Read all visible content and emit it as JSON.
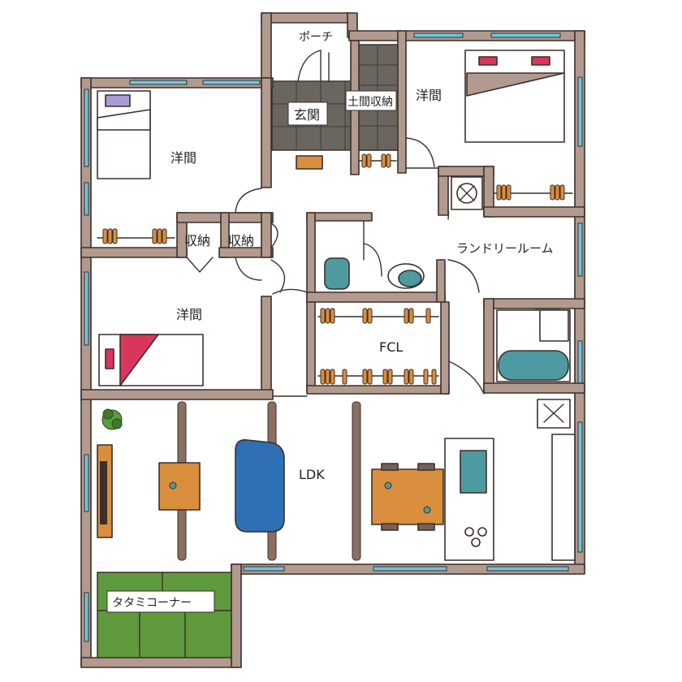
{
  "rooms": {
    "porch": "ポーチ",
    "entrance": "玄関",
    "earthen_storage": "土間収納",
    "western_room_top_right": "洋間",
    "western_room_top_left": "洋間",
    "storage_left": "収納",
    "storage_right": "収納",
    "laundry_room": "ランドリールーム",
    "western_room_middle": "洋間",
    "fcl": "FCL",
    "ldk": "LDK",
    "tatami_corner": "タタミコーナー"
  },
  "colors": {
    "wall": "#b29a8e",
    "window": "#6fc3dc",
    "genkan_floor": "#6b6560",
    "tatami": "#5f9a3c",
    "wood": "#d98e3e",
    "sofa": "#2f6fb3",
    "fixture_blue": "#4d9aa0",
    "bed_stripe": "#d8375b"
  }
}
